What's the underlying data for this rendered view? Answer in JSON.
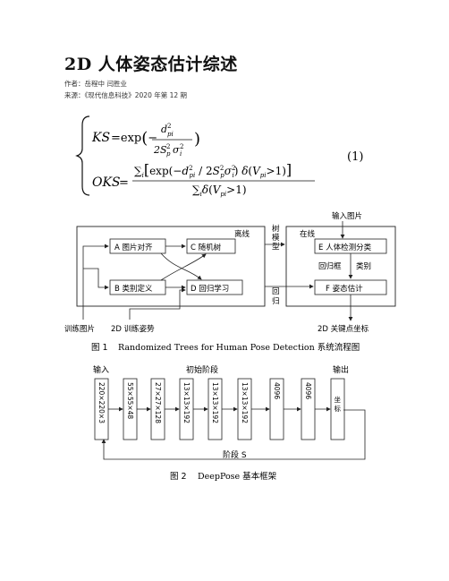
{
  "article": {
    "title": "2D 人体姿态估计综述",
    "authors": "作者：岳程中 闫胜业",
    "source": "来源：《现代信息科技》2020 年第 12 期"
  },
  "formula": {
    "ks_lhs": "KS",
    "ks_rhs": "=exp(− d²pi / 2S²pσ²i )",
    "oks_lhs": "OKS",
    "oks_rhs": "= ∑i[exp(−d²pi / 2S²pσ²i) δ(Vpi>1)] / ∑i δ(Vpi>1)",
    "number": "(1)"
  },
  "figure1": {
    "offline_label": "离线",
    "online_label": "在线",
    "tree_model_label": "树模型",
    "regression_label": "回归",
    "input_image_label": "输入图片",
    "box_a": "A 图片对齐",
    "box_b": "B 类别定义",
    "box_c": "C 随机树",
    "box_d": "D 回归学习",
    "box_e": "E 人体检测分类",
    "box_f": "F 姿态估计",
    "reg_frame": "回归框",
    "category": "类别",
    "train_images": "训练图片",
    "train_poses": "2D 训练姿势",
    "keypoints": "2D 关键点坐标",
    "caption_num": "图 1",
    "caption_text": "Randomized Trees for Human Pose Detection 系统流程图"
  },
  "figure2": {
    "input": "输入",
    "initial_stage": "初始阶段",
    "output": "输出",
    "stage_s": "阶段 S",
    "layers": [
      "220×220×3",
      "55×55×48",
      "27×27×128",
      "13×13×192",
      "13×13×192",
      "13×13×192",
      "4096",
      "4096",
      "坐标"
    ],
    "caption_num": "图 2",
    "caption_text": "DeepPose 基本框架"
  }
}
